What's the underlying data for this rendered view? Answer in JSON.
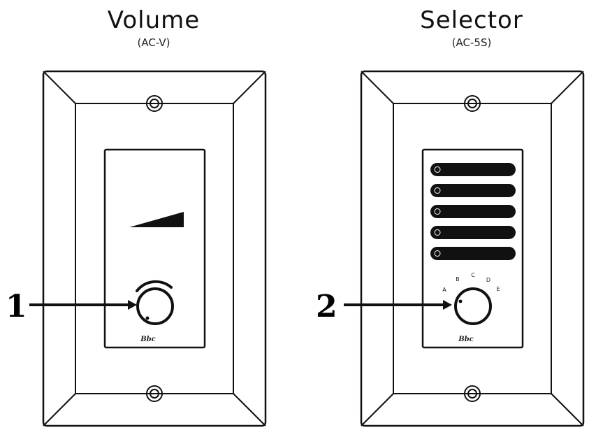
{
  "volume": {
    "title": "Volume",
    "model": "(AC-V)",
    "callout": "1"
  },
  "selector": {
    "title": "Selector",
    "model": "(AC-5S)",
    "callout": "2",
    "knob_positions": [
      "A",
      "B",
      "C",
      "D",
      "E"
    ]
  }
}
